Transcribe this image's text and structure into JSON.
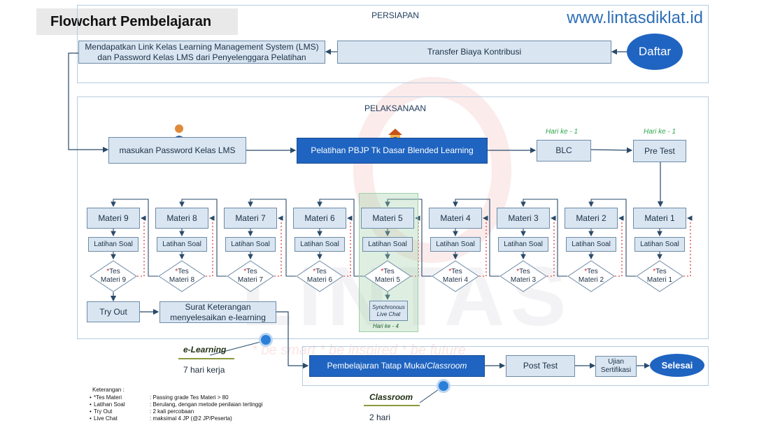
{
  "header": {
    "title": "Flowchart Pembelajaran",
    "website": "www.lintasdiklat.id"
  },
  "watermark": {
    "text": "LINTAS",
    "slogan": "* be smart * be inspired * be future"
  },
  "persiapan": {
    "label": "PERSIAPAN",
    "daftar": "Daftar",
    "transfer": "Transfer Biaya Kontribusi",
    "lms": "Mendapatkan Link Kelas Learning Management System (LMS) dan Password Kelas LMS dari Penyelenggara Pelatihan"
  },
  "pelaksanaan": {
    "label": "PELAKSANAAN",
    "masukan": "masukan Password Kelas LMS",
    "pelatihan": "Pelatihan PBJP Tk Dasar Blended Learning",
    "blc": "BLC",
    "pretest": "Pre Test",
    "hari_blc": "Hari ke - 1",
    "hari_pretest": "Hari ke - 1",
    "latihan": "Latihan Soal",
    "tes_star": "*",
    "tes_word": "Tes",
    "materi_word": "Materi",
    "materi": [
      "Materi 9",
      "Materi 8",
      "Materi 7",
      "Materi 6",
      "Materi 5",
      "Materi 4",
      "Materi 3",
      "Materi 2",
      "Materi 1"
    ],
    "tes_num": [
      "9",
      "8",
      "7",
      "6",
      "5",
      "4",
      "3",
      "2",
      "1"
    ],
    "synchronous": "Synchronous Live Chat",
    "hari_sync": "Hari ke - 4",
    "tryout": "Try Out",
    "surat": "Surat Keterangan menyelesaikan e-learning"
  },
  "classroom_section": {
    "tatap_muka_prefix": "Pembelajaran Tatap Muka/",
    "tatap_muka_italic": "Classroom",
    "post_test": "Post Test",
    "ujian": "Ujian Sertifikasi",
    "selesai": "Selesai"
  },
  "elearning": {
    "label": "e-Learning",
    "duration": "7 hari kerja"
  },
  "classroom": {
    "label": "Classroom",
    "duration": "2 hari"
  },
  "keterangan": {
    "title": "Keterangan :",
    "items": [
      {
        "term": "*Tes Materi",
        "desc": ": Passing grade Tes Materi > 80"
      },
      {
        "term": "Latihan Soal",
        "desc": ": Berulang, dengan metode penilaian tertinggi"
      },
      {
        "term": "Try Out",
        "desc": ": 2 kali percobaan"
      },
      {
        "term": "Live Chat",
        "desc": ": maksimal 4 JP (@2 JP/Peserta)"
      }
    ]
  },
  "colors": {
    "accent": "#1f64c1",
    "box_fill": "#d9e6f2",
    "hari_green": "#2fa84f",
    "dotted_red": "#d32020"
  }
}
